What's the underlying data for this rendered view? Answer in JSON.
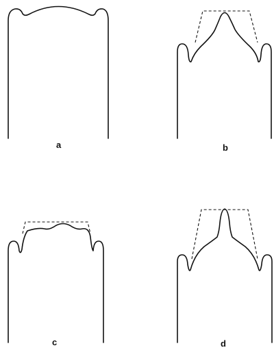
{
  "panels": [
    {
      "label": "a"
    },
    {
      "label": "b"
    },
    {
      "label": "c"
    },
    {
      "label": "d"
    }
  ],
  "colors": {
    "stroke": "#111111",
    "background": "#ffffff"
  }
}
